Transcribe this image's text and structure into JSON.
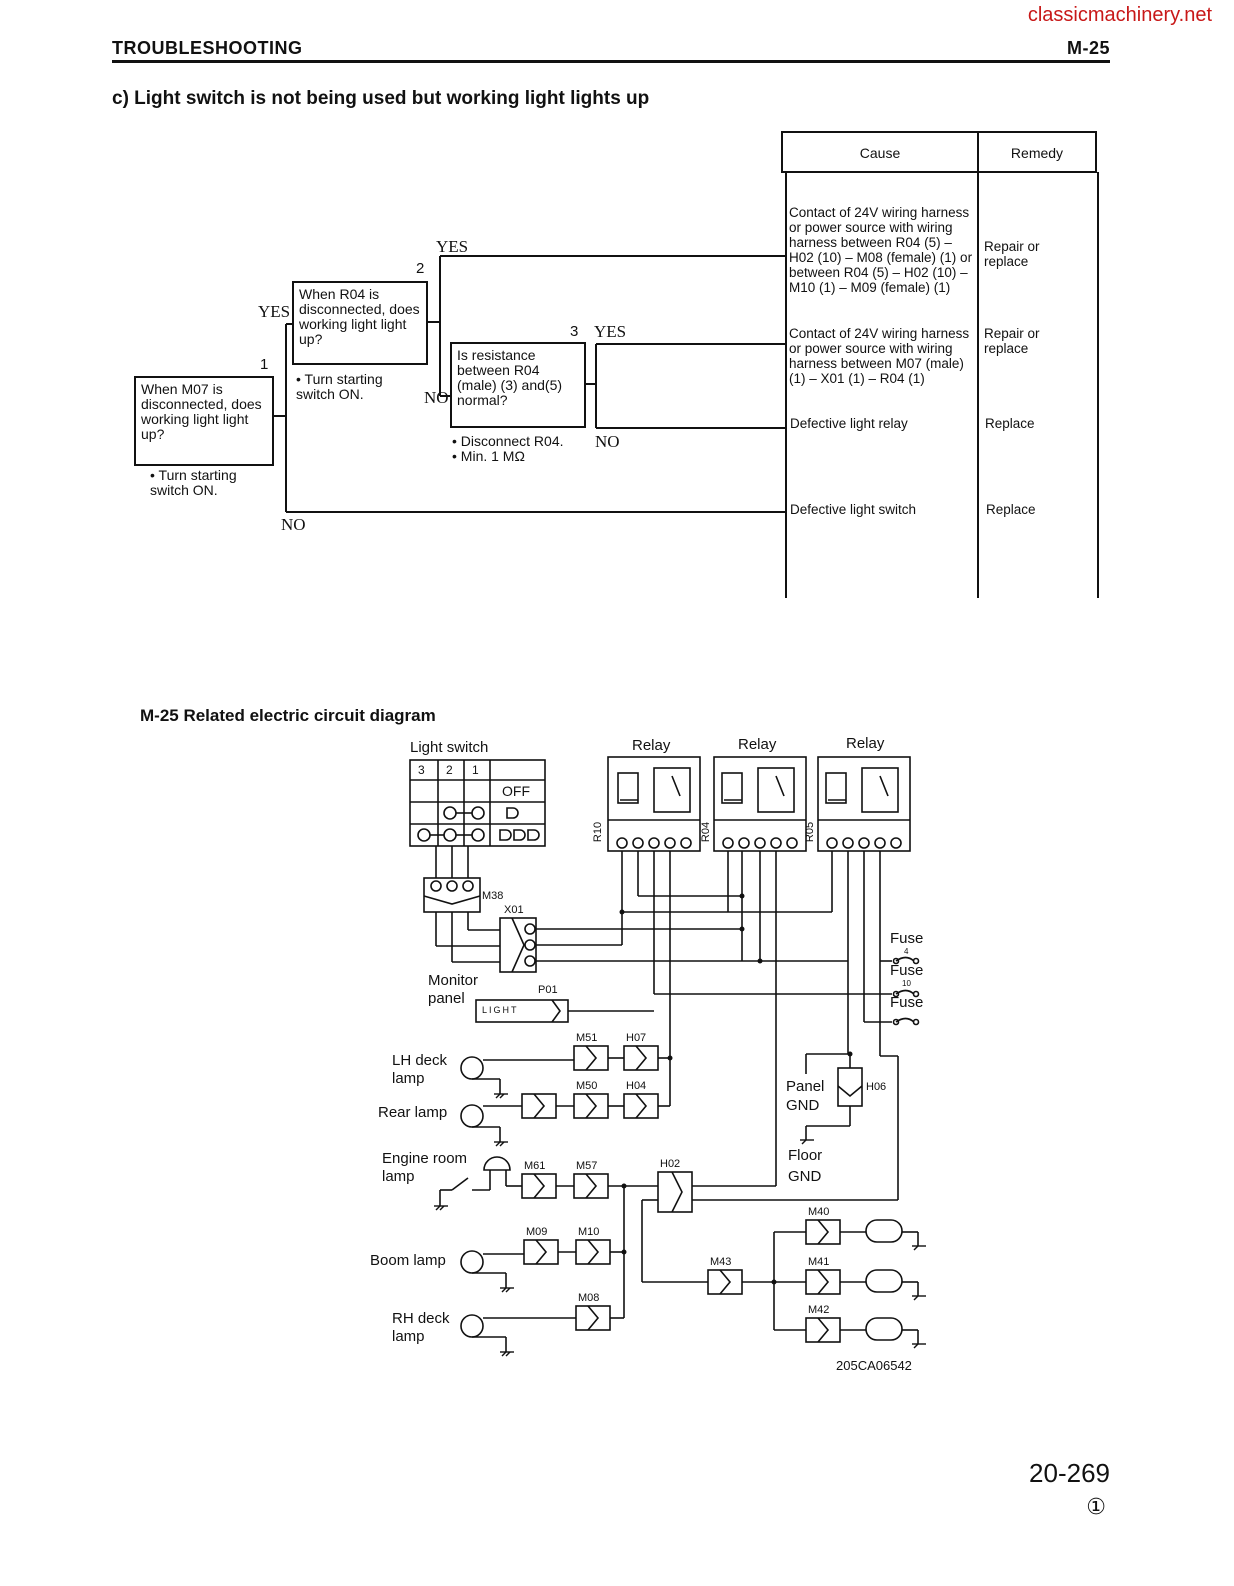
{
  "watermark": "classicmachinery.net",
  "header": {
    "left": "TROUBLESHOOTING",
    "right": "M-25"
  },
  "section_title": "c)   Light switch is not being used but working light lights up",
  "table": {
    "col_cause": "Cause",
    "col_remedy": "Remedy",
    "rows": [
      {
        "cause": "Contact of 24V wiring harness or power source with wiring harness between R04 (5) – H02 (10) – M08 (female) (1) or between R04 (5) – H02 (10) – M10 (1) – M09 (female) (1)",
        "remedy": "Repair or replace"
      },
      {
        "cause": "Contact of 24V wiring harness or power source with wiring harness between M07 (male) (1) – X01 (1) – R04 (1)",
        "remedy": "Repair or replace"
      },
      {
        "cause": "Defective light relay",
        "remedy": "Replace"
      },
      {
        "cause": "Defective light switch",
        "remedy": "Replace"
      }
    ]
  },
  "flow": {
    "box1": {
      "num": "1",
      "text": "When M07 is disconnected, does working light light up?",
      "note": "• Turn starting switch ON."
    },
    "box2": {
      "num": "2",
      "text": "When R04 is disconnected, does working light light up?",
      "note": "• Turn starting switch ON."
    },
    "box3": {
      "num": "3",
      "text": "Is resistance between R04 (male) (3) and(5) normal?",
      "note1": "• Disconnect R04.",
      "note2": "• Min. 1 MΩ"
    },
    "yes": "YES",
    "no": "NO"
  },
  "diagram_title": "M-25 Related electric circuit diagram",
  "circuit": {
    "light_switch": "Light switch",
    "sw_cols": [
      "3",
      "2",
      "1"
    ],
    "sw_off": "OFF",
    "relay": "Relay",
    "relay_ids": [
      "R10",
      "R04",
      "R05"
    ],
    "m38": "M38",
    "x01": "X01",
    "fuse": "Fuse",
    "fuse_nums": [
      "4",
      "10",
      ""
    ],
    "monitor_panel": [
      "Monitor",
      "panel"
    ],
    "p01": "P01",
    "light_tag": "LIGHT",
    "lh_deck": [
      "LH deck",
      "lamp"
    ],
    "rear_lamp": "Rear lamp",
    "engine_room": [
      "Engine room",
      "lamp"
    ],
    "boom_lamp": "Boom lamp",
    "rh_deck": [
      "RH deck",
      "lamp"
    ],
    "panel_gnd": [
      "Panel",
      "GND"
    ],
    "floor_gnd": [
      "Floor",
      "GND"
    ],
    "h06": "H06",
    "connectors": [
      "M51",
      "H07",
      "M50",
      "H04",
      "M61",
      "M57",
      "H02",
      "M09",
      "M10",
      "M08",
      "M43",
      "M40",
      "M41",
      "M42"
    ],
    "fig_code": "205CA06542"
  },
  "page_number": "20-269",
  "revision": "①"
}
